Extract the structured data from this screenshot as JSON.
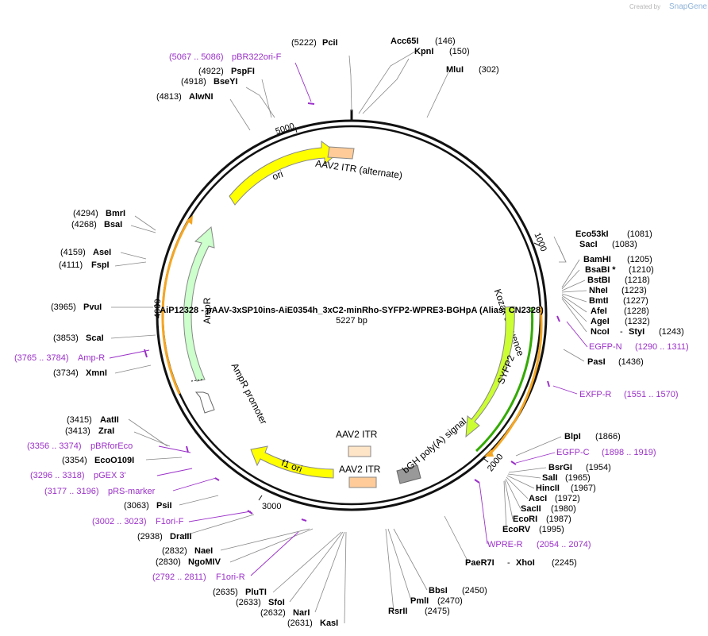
{
  "watermark": {
    "prefix": "Created by",
    "brand": "SnapGene"
  },
  "plasmid": {
    "name": "AiP12328 - pAAV-3xSP10ins-AiE0354h_3xC2-minRho-SYFP2-WPRE3-BGHpA (Alias: CN2328)",
    "size": "5227 bp"
  },
  "ticks": [
    {
      "label": "1000"
    },
    {
      "label": "2000"
    },
    {
      "label": "3000"
    },
    {
      "label": "4000"
    },
    {
      "label": "5000"
    }
  ],
  "sites": [
    {
      "name": "PciI",
      "pos": "(5222)"
    },
    {
      "name": "Acc65I",
      "pos": "(146)"
    },
    {
      "name": "KpnI",
      "pos": "(150)"
    },
    {
      "name": "MluI",
      "pos": "(302)"
    },
    {
      "name": "PspFI",
      "pos": "(4922)"
    },
    {
      "name": "BseYI",
      "pos": "(4918)"
    },
    {
      "name": "AlwNI",
      "pos": "(4813)"
    },
    {
      "name": "BmrI",
      "pos": "(4294)"
    },
    {
      "name": "BsaI",
      "pos": "(4268)"
    },
    {
      "name": "AseI",
      "pos": "(4159)"
    },
    {
      "name": "FspI",
      "pos": "(4111)"
    },
    {
      "name": "PvuI",
      "pos": "(3965)"
    },
    {
      "name": "ScaI",
      "pos": "(3853)"
    },
    {
      "name": "XmnI",
      "pos": "(3734)"
    },
    {
      "name": "AatII",
      "pos": "(3415)"
    },
    {
      "name": "ZraI",
      "pos": "(3413)"
    },
    {
      "name": "EcoO109I",
      "pos": "(3354)"
    },
    {
      "name": "PsiI",
      "pos": "(3063)"
    },
    {
      "name": "DraIII",
      "pos": "(2938)"
    },
    {
      "name": "NaeI",
      "pos": "(2832)"
    },
    {
      "name": "NgoMIV",
      "pos": "(2830)"
    },
    {
      "name": "PluTI",
      "pos": "(2635)"
    },
    {
      "name": "SfoI",
      "pos": "(2633)"
    },
    {
      "name": "NarI",
      "pos": "(2632)"
    },
    {
      "name": "KasI",
      "pos": "(2631)"
    },
    {
      "name": "BbsI",
      "pos": "(2450)"
    },
    {
      "name": "PmlI",
      "pos": "(2470)"
    },
    {
      "name": "RsrII",
      "pos": "(2475)"
    },
    {
      "name": "Eco53kI",
      "pos": "(1081)"
    },
    {
      "name": "SacI",
      "pos": "(1083)"
    },
    {
      "name": "BamHI",
      "pos": "(1205)"
    },
    {
      "name": "BsaBI *",
      "pos": "(1210)"
    },
    {
      "name": "BstBI",
      "pos": "(1218)"
    },
    {
      "name": "NheI",
      "pos": "(1223)"
    },
    {
      "name": "BmtI",
      "pos": "(1227)"
    },
    {
      "name": "AfeI",
      "pos": "(1228)"
    },
    {
      "name": "AgeI",
      "pos": "(1232)"
    },
    {
      "name": "NcoI",
      "sep": "-",
      "name2": "StyI",
      "pos": "(1243)"
    },
    {
      "name": "PasI",
      "pos": "(1436)"
    },
    {
      "name": "BlpI",
      "pos": "(1866)"
    },
    {
      "name": "BsrGI",
      "pos": "(1954)"
    },
    {
      "name": "SalI",
      "pos": "(1965)"
    },
    {
      "name": "HincII",
      "pos": "(1967)"
    },
    {
      "name": "AscI",
      "pos": "(1972)"
    },
    {
      "name": "SacII",
      "pos": "(1980)"
    },
    {
      "name": "EcoRI",
      "pos": "(1987)"
    },
    {
      "name": "EcoRV",
      "pos": "(1995)"
    },
    {
      "name": "PaeR7I",
      "sep": "-",
      "name2": "XhoI",
      "pos": "(2245)"
    }
  ],
  "primers": [
    {
      "range": "(5067 .. 5086)",
      "name": "pBR322ori-F"
    },
    {
      "range": "(3765 .. 3784)",
      "name": "Amp-R"
    },
    {
      "range": "(3356 .. 3374)",
      "name": "pBRforEco"
    },
    {
      "range": "(3296 .. 3318)",
      "name": "pGEX 3'"
    },
    {
      "range": "(3177 .. 3196)",
      "name": "pRS-marker"
    },
    {
      "range": "(3002 .. 3023)",
      "name": "F1ori-F"
    },
    {
      "range": "(2792 .. 2811)",
      "name": "F1ori-R"
    },
    {
      "name": "EGFP-N",
      "range": "(1290 .. 1311)"
    },
    {
      "name": "EXFP-R",
      "range": "(1551 .. 1570)"
    },
    {
      "name": "EGFP-C",
      "range": "(1898 .. 1919)"
    },
    {
      "name": "WPRE-R",
      "range": "(2054 .. 2074)"
    }
  ],
  "features": [
    {
      "label": "ori"
    },
    {
      "label": "AAV2 ITR (alternate)"
    },
    {
      "label": "AmpR"
    },
    {
      "label": "AmpR promoter"
    },
    {
      "label": "f1 ori"
    },
    {
      "label": "AAV2 ITR"
    },
    {
      "label": "AAV2 ITR"
    },
    {
      "label": "bGH poly(A) signal"
    },
    {
      "label": "Kozak sequence"
    },
    {
      "label": "SYFP2"
    }
  ],
  "colors": {
    "ori": "#ffff00",
    "ampr": "#ccffcc",
    "itr": "#ffcc99",
    "itr_light": "#ffe5c8",
    "polyA": "#999999",
    "syfp2": "#ccff33",
    "primer": "#9b30c9",
    "orange_line": "#f5a623",
    "green_line": "#33aa00"
  }
}
